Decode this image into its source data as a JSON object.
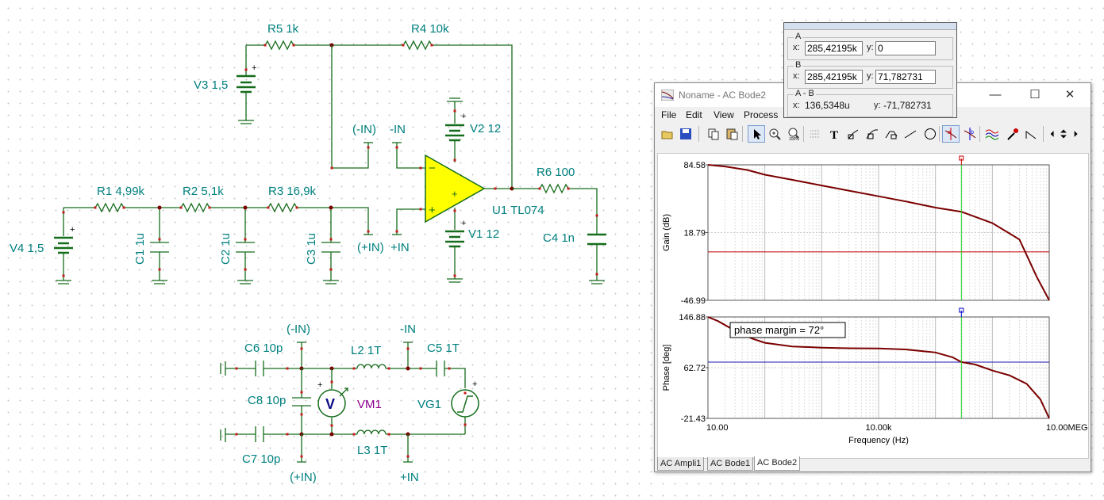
{
  "schematic": {
    "components": {
      "r5": "R5 1k",
      "r4": "R4 10k",
      "v3": "V3 1,5",
      "v2": "V2 12",
      "r1": "R1 4,99k",
      "r2": "R2 5,1k",
      "r3": "R3 16,9k",
      "r6": "R6 100",
      "u1": "U1 TL074",
      "v1": "V1 12",
      "v4": "V4 1,5",
      "c1": "C1 1u",
      "c2": "C2 1u",
      "c3": "C3 1u",
      "c4": "C4 1n",
      "c6": "C6 10p",
      "c8": "C8 10p",
      "c7": "C7 10p",
      "c5": "C5 1T",
      "l2": "L2 1T",
      "l3": "L3 1T",
      "vm1": "VM1",
      "vg1": "VG1",
      "vm_symbol": "V"
    },
    "nets": {
      "inv_in_paren": "(-IN)",
      "inv_in": "-IN",
      "noninv_in_paren": "(+IN)",
      "noninv_in": "+IN",
      "bot_inv_paren": "(-IN)",
      "bot_inv": "-IN",
      "bot_noninv_paren": "(+IN)",
      "bot_noninv": "+IN"
    },
    "colors": {
      "wire": "#156c1b",
      "label": "#00807f",
      "opamp_fill": "#ffff00",
      "vm1_label": "#8b008b",
      "meter": "#0b0b8a"
    }
  },
  "bode_window": {
    "title": "Noname - AC Bode2",
    "controls": {
      "minimize": "—",
      "maximize": "☐",
      "close": "✕"
    },
    "menu": [
      "File",
      "Edit",
      "View",
      "Process"
    ],
    "toolbar": [
      {
        "name": "open-folder-icon",
        "on": false
      },
      {
        "name": "save-icon",
        "on": false
      },
      {
        "name": "copy-icon",
        "on": false
      },
      {
        "name": "paste-icon",
        "on": false
      },
      {
        "name": "pointer-icon",
        "on": true
      },
      {
        "name": "zoom-in-icon",
        "on": false
      },
      {
        "name": "zoom-100-icon",
        "on": false
      },
      {
        "name": "grid-icon",
        "on": false
      },
      {
        "name": "text-tool-icon",
        "on": false
      },
      {
        "name": "label-tool-icon",
        "on": false
      },
      {
        "name": "curve-label-icon",
        "on": false
      },
      {
        "name": "shape-label-icon",
        "on": false
      },
      {
        "name": "line-tool-icon",
        "on": false
      },
      {
        "name": "circle-tool-icon",
        "on": false
      },
      {
        "name": "cursor-a-icon",
        "on": true
      },
      {
        "name": "cursor-b-icon",
        "on": false
      },
      {
        "name": "curve-select-icon",
        "on": false
      },
      {
        "name": "color-picker-icon",
        "on": false
      },
      {
        "name": "cursor-step-icon",
        "on": false
      },
      {
        "name": "scroll-left-icon",
        "on": false
      },
      {
        "name": "scroll-updown-icon",
        "on": false
      },
      {
        "name": "scroll-right-icon",
        "on": false
      }
    ],
    "tabs": [
      {
        "label": "AC Ampli1",
        "active": false
      },
      {
        "label": "AC Bode1",
        "active": false
      },
      {
        "label": "AC Bode2",
        "active": true
      }
    ]
  },
  "chart_data": [
    {
      "type": "line",
      "title": "",
      "xlabel": "Frequency (Hz)",
      "ylabel": "Gain (dB)",
      "x_scale": "log",
      "xlim": [
        10,
        10000000
      ],
      "ylim": [
        -46.99,
        84.58
      ],
      "yticks": [
        "84.58",
        "18.79",
        "-46.99"
      ],
      "xticks": [
        "10.00",
        "10.00k",
        "10.00MEG"
      ],
      "grid": true,
      "series": [
        {
          "color": "#7b0000",
          "x": [
            10,
            20,
            50,
            100,
            300,
            1000,
            3000,
            10000,
            30000,
            100000,
            285421,
            1000000,
            3000000,
            6000000,
            10000000
          ],
          "y": [
            84.58,
            83,
            79.5,
            75,
            70,
            64.5,
            59.5,
            54,
            49,
            43,
            39,
            28,
            12,
            -24,
            -46.99
          ]
        }
      ],
      "cursor_level": 0,
      "cursor_x": 285421.95
    },
    {
      "type": "line",
      "title": "",
      "xlabel": "",
      "ylabel": "Phase [deg]",
      "x_scale": "log",
      "xlim": [
        10,
        10000000
      ],
      "ylim": [
        -21.43,
        146.88
      ],
      "yticks": [
        "146.88",
        "62.72",
        "-21.43"
      ],
      "grid": true,
      "annotation": "phase margin = 72°",
      "series": [
        {
          "color": "#7b0000",
          "x": [
            10,
            15,
            30,
            60,
            100,
            300,
            1000,
            3000,
            10000,
            30000,
            100000,
            200000,
            285421,
            500000,
            1000000,
            2000000,
            4000000,
            7000000,
            10000000
          ],
          "y": [
            146.88,
            140,
            124,
            111,
            104,
            98,
            96,
            95,
            94.5,
            93,
            88,
            80,
            72,
            68,
            58,
            50,
            36,
            10,
            -21.43
          ]
        }
      ],
      "cursor_level": 72,
      "cursor_x": 285421.95
    }
  ],
  "cursor_readout": {
    "a": {
      "group": "A",
      "x_label": "x:",
      "x": "285,42195k",
      "y_label": "y:",
      "y": "0"
    },
    "b": {
      "group": "B",
      "x_label": "x:",
      "x": "285,42195k",
      "y_label": "y:",
      "y": "71,782731"
    },
    "ab": {
      "group": "A - B",
      "x_label": "x:",
      "x": "136,5348u",
      "y_label": "y:",
      "y": "-71,782731"
    }
  }
}
